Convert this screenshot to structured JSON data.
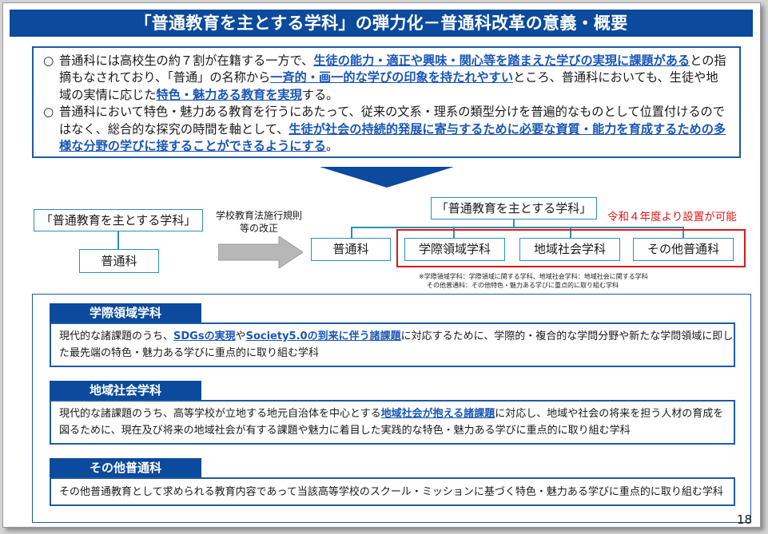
{
  "title": "「普通教育を主とする学科」の弾力化－普通科改革の意義・概要",
  "summary": {
    "items": [
      {
        "bullet": "○",
        "segments": [
          {
            "text": "普通科には高校生の約７割が在籍する一方で、",
            "hl": false
          },
          {
            "text": "生徒の能力・適正や興味・関心等を踏まえた学びの実現に課題がある",
            "hl": true
          },
          {
            "text": "との指摘もなされており、「普通」の名称から",
            "hl": false
          },
          {
            "text": "一斉的・画一的な学びの印象を持たれやすい",
            "hl": true
          },
          {
            "text": "ところ、普通科においても、生徒や地域の実情に応じた",
            "hl": false
          },
          {
            "text": "特色・魅力ある教育を実現",
            "hl": true
          },
          {
            "text": "する。",
            "hl": false
          }
        ]
      },
      {
        "bullet": "○",
        "segments": [
          {
            "text": "普通科において特色・魅力ある教育を行うにあたって、従来の文系・理系の類型分けを普遍的なものとして位置付けるのではなく、総合的な探究の時間を軸として、",
            "hl": false
          },
          {
            "text": "生徒が社会の持続的発展に寄与するために必要な資質・能力を育成するための多様な分野の学びに接することができるようにする",
            "hl": true
          },
          {
            "text": "。",
            "hl": false
          }
        ]
      }
    ]
  },
  "diagram": {
    "left_heading": "「普通教育を主とする学科」",
    "left_item": "普通科",
    "arrow_label_line1": "学校教育法施行規則",
    "arrow_label_line2": "等の改正",
    "right_heading": "「普通教育を主とする学科」",
    "red_note": "令和４年度より設置が可能",
    "right_items": [
      "普通科",
      "学際領域学科",
      "地域社会学科",
      "その他普通科"
    ],
    "footnote_line1": "※学際領域学科：学際領域に関する学科、地域社会学科：地域社会に関する学科",
    "footnote_line2": "その他普通科：その他特色・魅力ある学びに重点的に取り組む学科"
  },
  "sections": [
    {
      "tag": "学際領域学科",
      "segments": [
        {
          "text": "現代的な諸課題のうち、",
          "hl": false
        },
        {
          "text": "SDGsの実現",
          "hl": true
        },
        {
          "text": "や",
          "hl": false
        },
        {
          "text": "Society5.0の到来に伴う諸課題",
          "hl": true
        },
        {
          "text": "に対応するために、学際的・複合的な学問分野や新たな学問領域に即した最先端の特色・魅力ある学びに重点的に取り組む学科",
          "hl": false
        }
      ]
    },
    {
      "tag": "地域社会学科",
      "segments": [
        {
          "text": "現代的な諸課題のうち、高等学校が立地する地元自治体を中心とする",
          "hl": false
        },
        {
          "text": "地域社会が抱える諸課題",
          "hl": true
        },
        {
          "text": "に対応し、地域や社会の将来を担う人材の育成を図るために、現在及び将来の地域社会が有する課題や魅力に着目した実践的な特色・魅力ある学びに重点的に取り組む学科",
          "hl": false
        }
      ]
    },
    {
      "tag": "その他普通科",
      "segments": [
        {
          "text": "その他普通教育として求められる教育内容であって当該高等学校のスクール・ミッションに基づく特色・魅力ある学びに重点的に取り組む学科",
          "hl": false
        }
      ]
    }
  ],
  "page_number": "18",
  "colors": {
    "title_bg": "#0b4a9c",
    "highlight_text": "#1a56b6",
    "box_border": "#1f5aa6",
    "connector": "#2d8fbf",
    "red": "#e01616",
    "arrow_gray": "#b7b7b7"
  }
}
